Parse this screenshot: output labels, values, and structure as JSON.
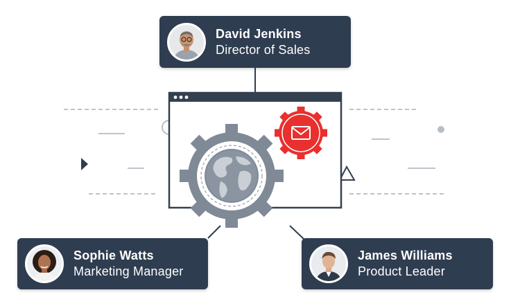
{
  "people": [
    {
      "name": "David Jenkins",
      "role": "Director of Sales",
      "avatar_icon": "man-glasses-avatar-icon"
    },
    {
      "name": "Sophie Watts",
      "role": "Marketing Manager",
      "avatar_icon": "woman-curly-hair-avatar-icon"
    },
    {
      "name": "James Williams",
      "role": "Product Leader",
      "avatar_icon": "man-suit-avatar-icon"
    }
  ],
  "icons": {
    "globe_gear": "globe-gear-icon",
    "email_gear": "email-gear-icon",
    "browser_window": "browser-window-icon"
  },
  "colors": {
    "card_bg": "#2f3d50",
    "gear_gray": "#7f8a96",
    "gear_red": "#e8302f",
    "window_stroke": "#33404f",
    "dashed": "#a9b0b8"
  }
}
